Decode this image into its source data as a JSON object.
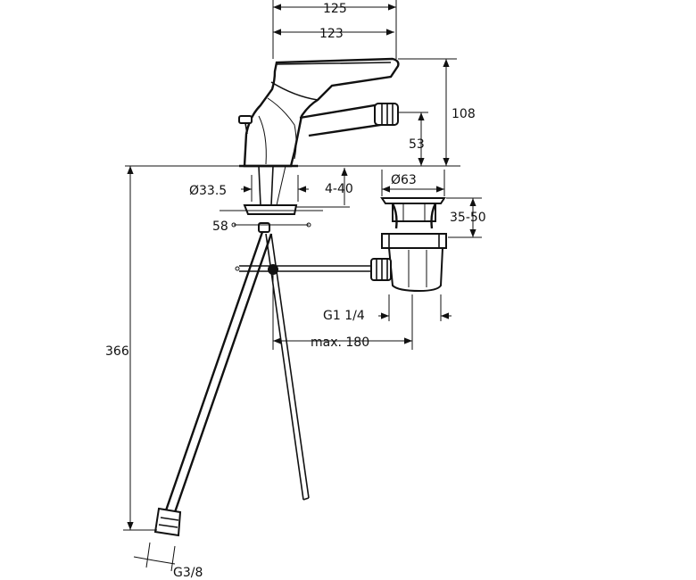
{
  "dimensions": {
    "width_overall": "125",
    "width_spout": "123",
    "height_total": "108",
    "height_outlet": "53",
    "waste_diameter": "Ø63",
    "base_diameter": "Ø33.5",
    "deck_thickness": "4-40",
    "waste_depth": "35-50",
    "rod_offset": "58",
    "waste_thread": "G1 1/4",
    "rod_max": "max. 180",
    "hose_length": "366",
    "hose_thread": "G3/8"
  },
  "colors": {
    "line": "#111111",
    "background": "#ffffff"
  }
}
